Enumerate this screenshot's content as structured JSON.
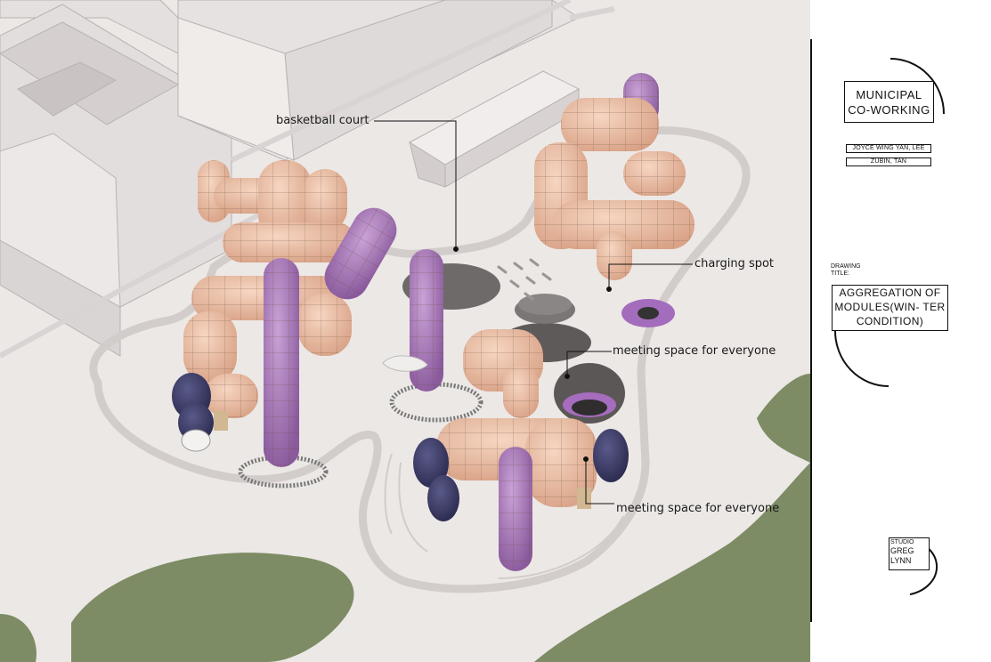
{
  "annotations": {
    "basketball_court": "basketball court",
    "charging_spot": "charging spot",
    "meeting_space_1": "meeting space for everyone",
    "meeting_space_2": "meeting space for everyone"
  },
  "title_block": {
    "project_title": "MUNICIPAL CO-WORKING",
    "authors": [
      "JOYCE WING YAN, LEE",
      "ZUBIN, TAN"
    ],
    "drawing_title_label": "DRAWING TITLE:",
    "drawing_title": "AGGREGATION OF MODULES(WIN- TER CONDITION)",
    "studio_label": "STUDIO",
    "studio_name": "GREG LYNN"
  },
  "colors": {
    "ground": "#ece8e6",
    "building": "#e9e6e5",
    "path": "#d9d4d3",
    "grass": "#7b8a62",
    "module_peach": "#ebbfa3",
    "module_purple": "#a57bb5",
    "module_navy": "#3b3b66",
    "ink": "#111111"
  }
}
